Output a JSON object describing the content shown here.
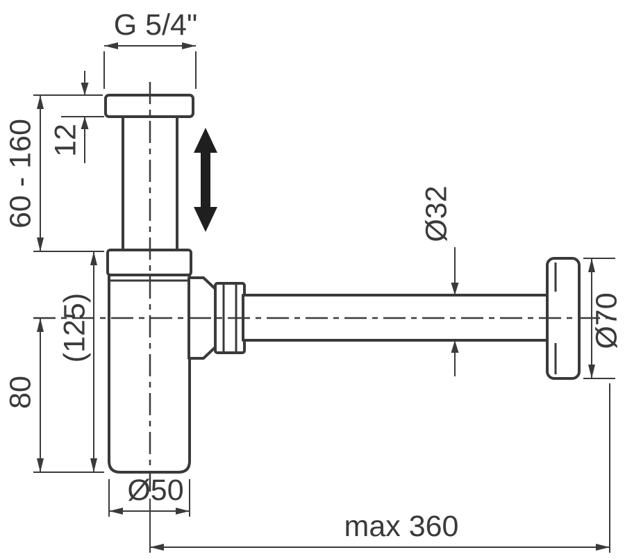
{
  "drawing": {
    "kind": "technical-dimension-drawing",
    "subject": "bottle-trap-siphon-with-wall-outlet",
    "colors": {
      "line": "#3a3a3a",
      "background": "#ffffff",
      "symbol": "#1f1f1f"
    },
    "symbols": {
      "adjustability_arrow": "double-vertical-arrow"
    },
    "dimensions": {
      "thread": "G 5/4\"",
      "flange_thickness": "12",
      "adjustable_height": "60 - 160",
      "body_height_ref": "(125)",
      "lower_height": "80",
      "cup_diameter": "Ø50",
      "pipe_diameter": "Ø32",
      "rosette_diameter": "Ø70",
      "max_reach": "max 360"
    }
  }
}
